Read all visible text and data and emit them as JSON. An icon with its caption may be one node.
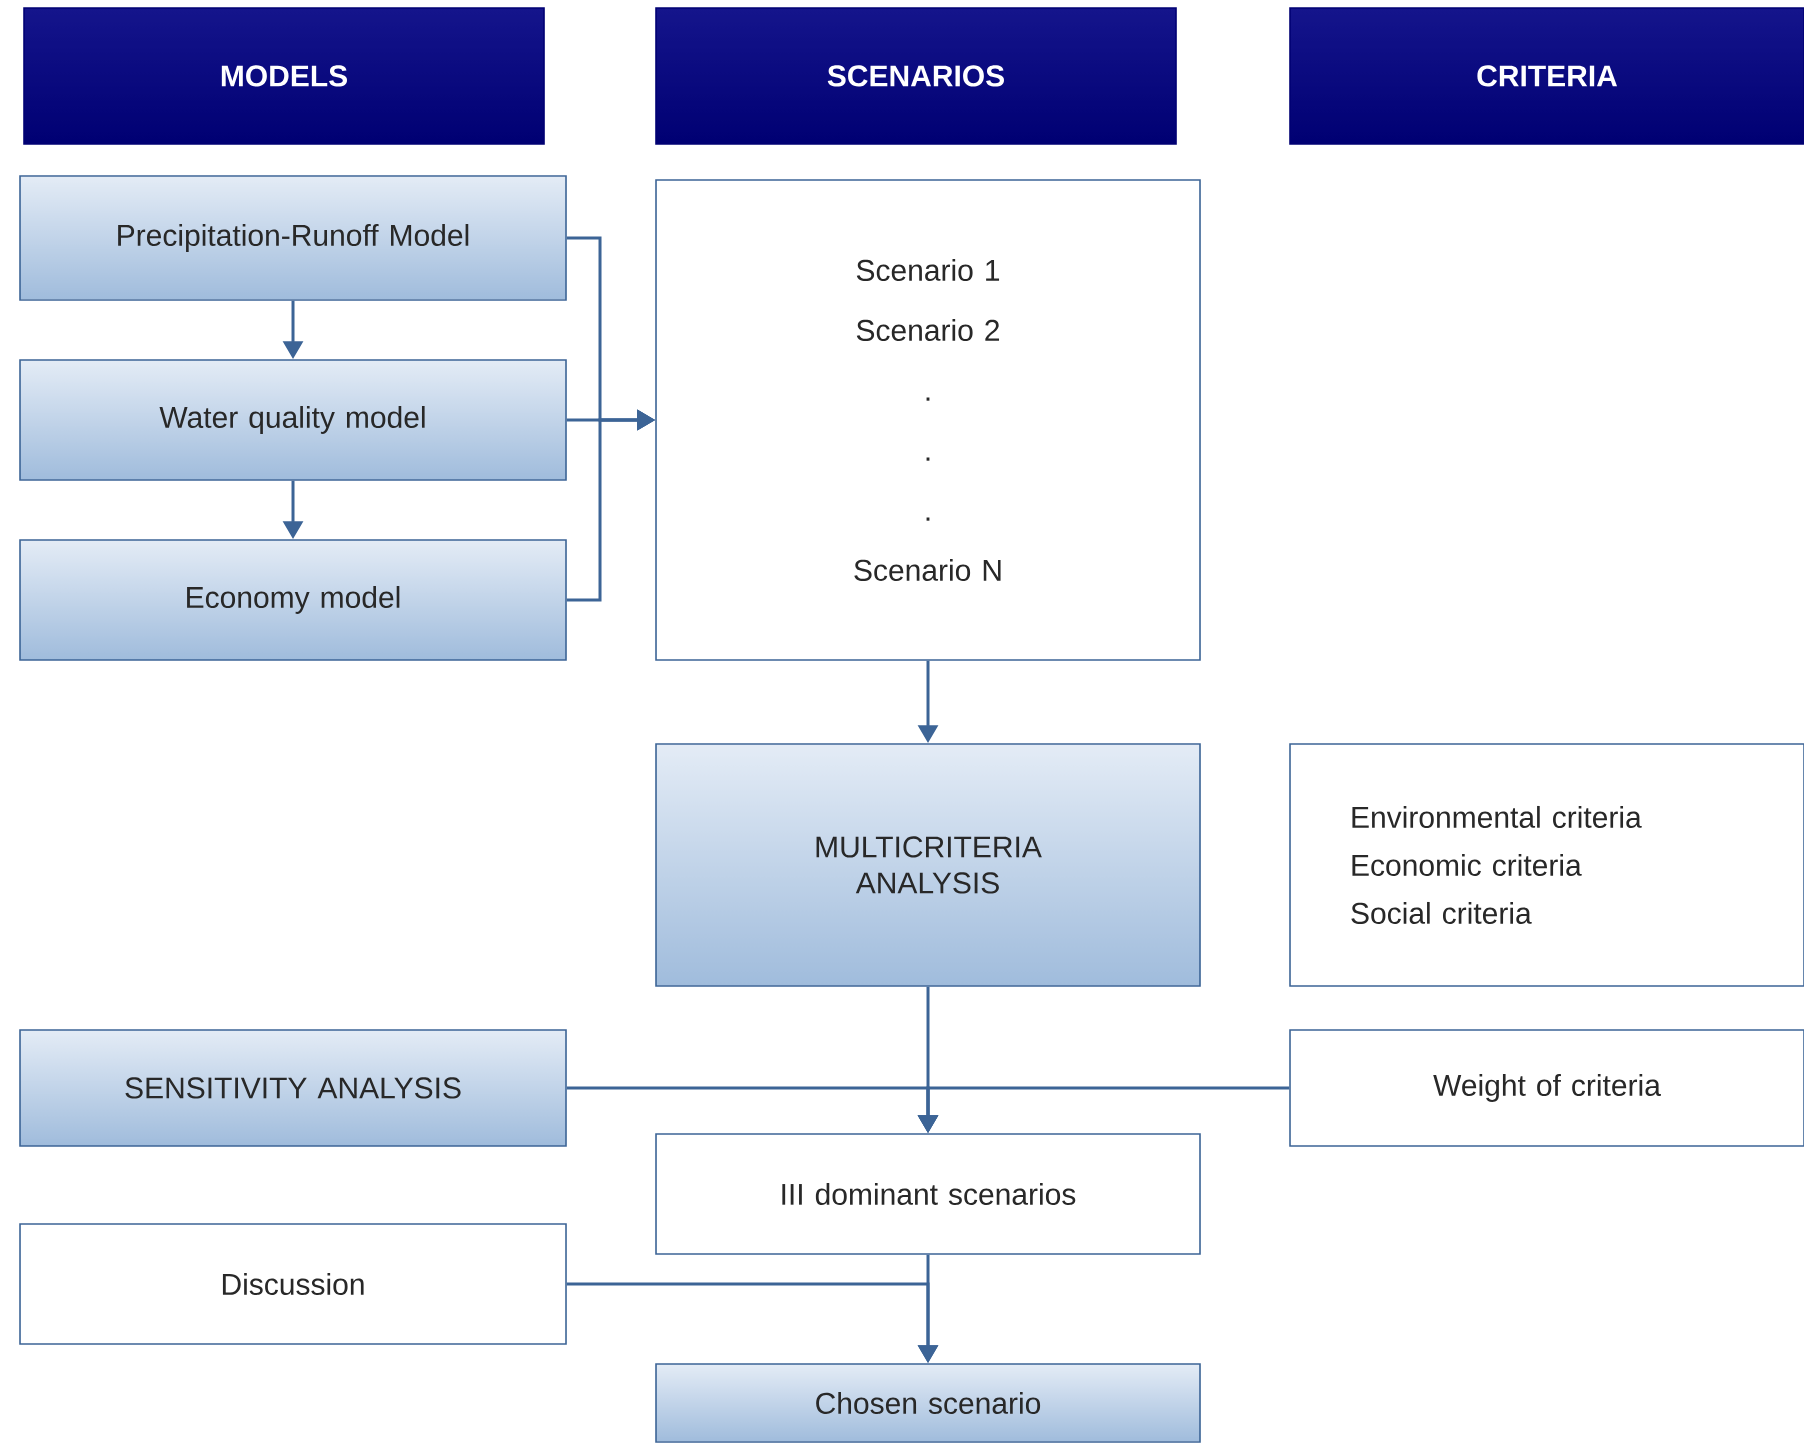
{
  "diagram": {
    "nodes": [
      {
        "text": [
          "MODELS"
        ]
      },
      {
        "text": [
          "SCENARIOS"
        ]
      },
      {
        "text": [
          "CRITERIA"
        ]
      },
      {
        "text": [
          "Precipitation-Runoff Model"
        ]
      },
      {
        "text": [
          "Water quality model"
        ]
      },
      {
        "text": [
          "Economy model"
        ]
      },
      {
        "text": [
          "Scenario 1",
          "Scenario 2",
          ".",
          ".",
          ".",
          "Scenario N"
        ]
      },
      {
        "text": [
          "MULTICRITERIA ANALYSIS"
        ]
      },
      {
        "text": [
          "Environmental criteria",
          "Economic criteria",
          "Social criteria"
        ]
      },
      {
        "text": [
          "SENSITIVITY ANALYSIS"
        ]
      },
      {
        "text": [
          "Weight of criteria"
        ]
      },
      {
        "text": [
          "III dominant scenarios"
        ]
      },
      {
        "text": [
          "Discussion"
        ]
      },
      {
        "text": [
          "Chosen scenario"
        ]
      }
    ],
    "edges": [
      {
        "from": 3,
        "to": 4,
        "arrow": "to"
      },
      {
        "from": 4,
        "to": 5,
        "arrow": "to"
      },
      {
        "from": 3,
        "to": 6,
        "arrow": "to"
      },
      {
        "from": 4,
        "to": 6,
        "arrow": "to"
      },
      {
        "from": 5,
        "to": 6,
        "arrow": "to"
      },
      {
        "from": 6,
        "to": 7,
        "arrow": "to"
      },
      {
        "from": 7,
        "to": 11,
        "arrow": "to"
      },
      {
        "from": 9,
        "to": 11,
        "arrow": "to"
      },
      {
        "from": 10,
        "to": 11,
        "arrow": "to"
      },
      {
        "from": 11,
        "to": 13,
        "arrow": "to"
      },
      {
        "from": 12,
        "to": 13,
        "arrow": "to"
      }
    ]
  }
}
